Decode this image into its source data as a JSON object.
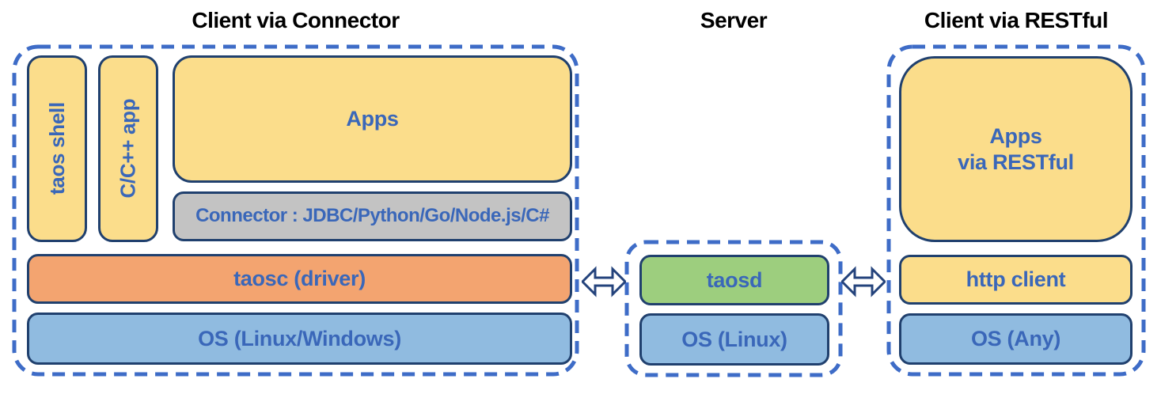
{
  "colors": {
    "box_yellow": "#FBDD8B",
    "box_orange": "#F3A470",
    "box_blue": "#90BBE0",
    "box_green": "#9DCE7E",
    "box_gray": "#C3C3C3",
    "dashed_container_blue": "#3E6CC7",
    "box_border_navy": "#20406E",
    "label_blue": "#3A67B9",
    "title_black": "#000000"
  },
  "sections": {
    "client_connector": {
      "title": "Client via Connector",
      "boxes": {
        "taos_shell": "taos shell",
        "cpp_app": "C/C++ app",
        "apps": "Apps",
        "connector": "Connector : JDBC/Python/Go/Node.js/C#",
        "taosc": "taosc (driver)",
        "os": "OS (Linux/Windows)"
      }
    },
    "server": {
      "title": "Server",
      "boxes": {
        "taosd": "taosd",
        "os": "OS (Linux)"
      }
    },
    "client_restful": {
      "title": "Client via RESTful",
      "boxes": {
        "apps": "Apps\nvia RESTful",
        "http_client": "http client",
        "os": "OS (Any)"
      }
    }
  },
  "connectors": {
    "left_arrow": "double-headed-arrow",
    "right_arrow": "double-headed-arrow"
  }
}
